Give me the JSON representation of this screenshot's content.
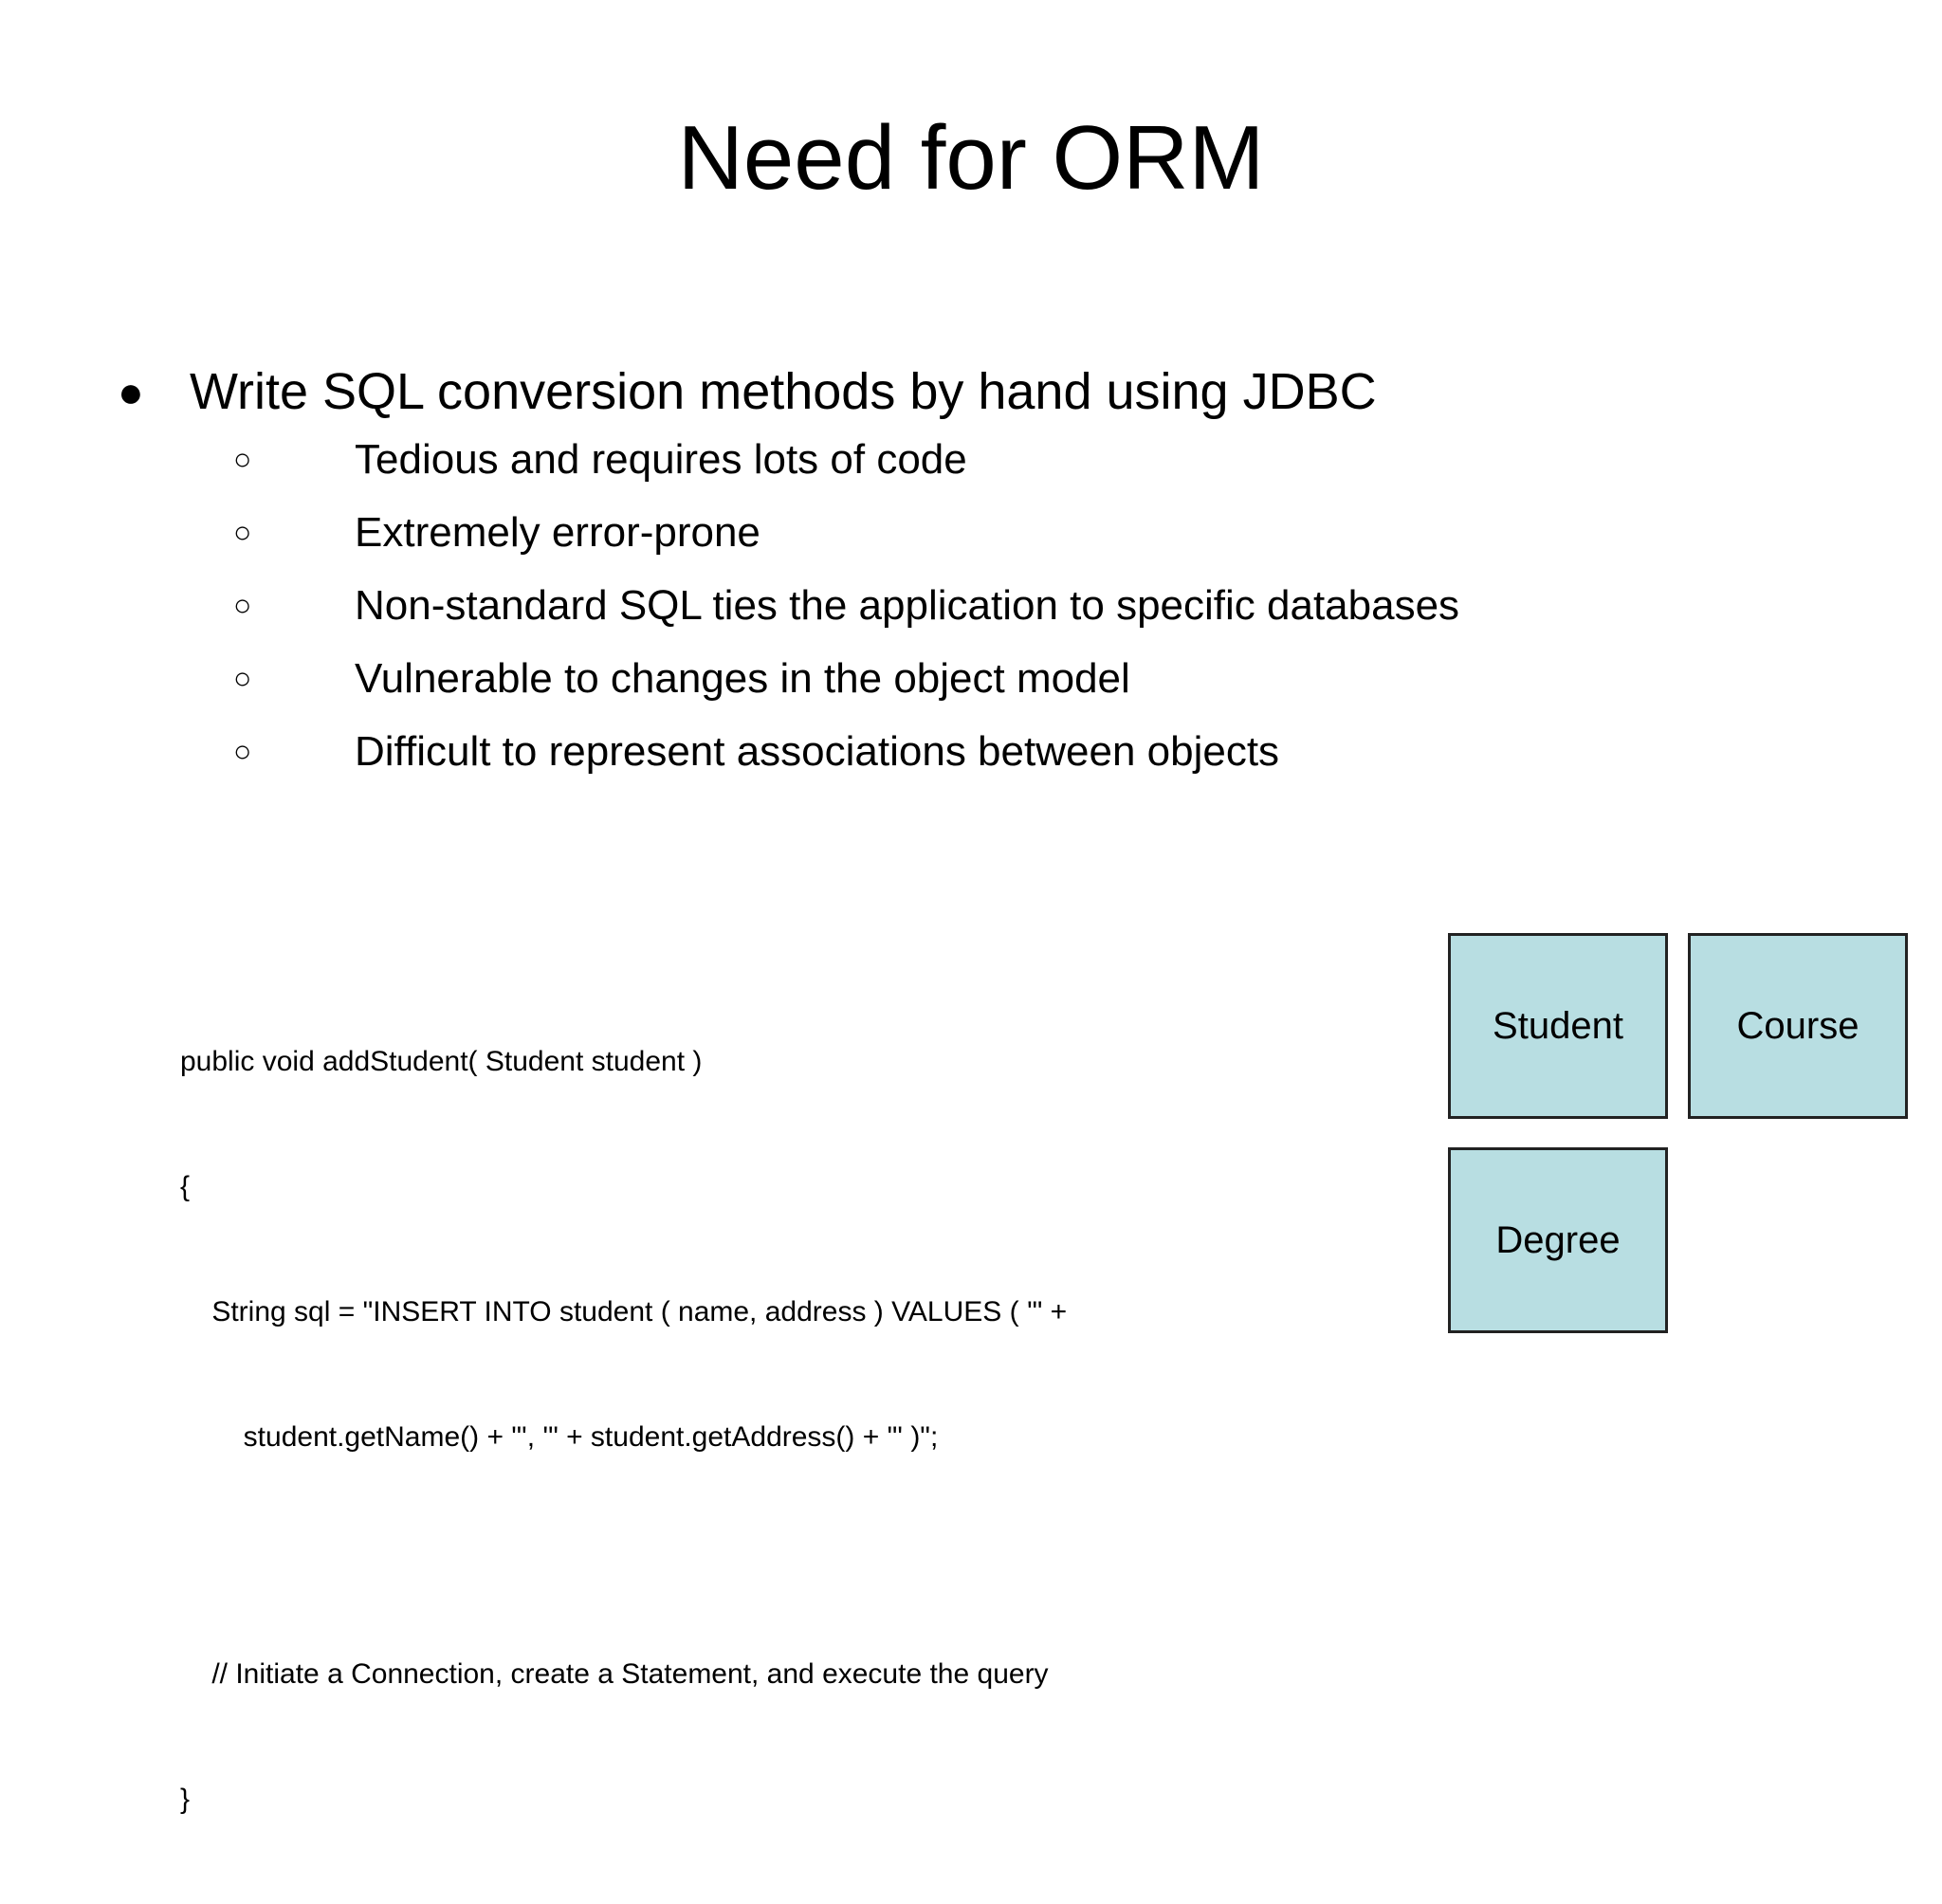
{
  "slide": {
    "title": "Need for ORM",
    "background_color": "#ffffff",
    "text_color": "#000000"
  },
  "content": {
    "main_bullet": {
      "marker": "●",
      "text": "Write SQL conversion methods by hand using JDBC"
    },
    "sub_bullet_marker": "○",
    "sub_bullets": [
      "Tedious and requires lots of code",
      "Extremely error-prone",
      "Non-standard SQL ties the application to specific databases",
      "Vulnerable to changes in the object model",
      "Difficult to represent associations between objects"
    ]
  },
  "code_sample": {
    "language": "java",
    "lines": [
      "public void addStudent( Student student )",
      "{",
      "    String sql = \"INSERT INTO student ( name, address ) VALUES ( '\" +",
      "        student.getName() + \"', '\" + student.getAddress() + \"' )\";",
      "",
      "    // Initiate a Connection, create a Statement, and execute the query",
      "}"
    ]
  },
  "diagram": {
    "box_fill_color": "#b8dee2",
    "box_border_color": "#222222",
    "boxes": [
      {
        "label": "Student"
      },
      {
        "label": "Course"
      },
      {
        "label": "Degree"
      }
    ]
  }
}
